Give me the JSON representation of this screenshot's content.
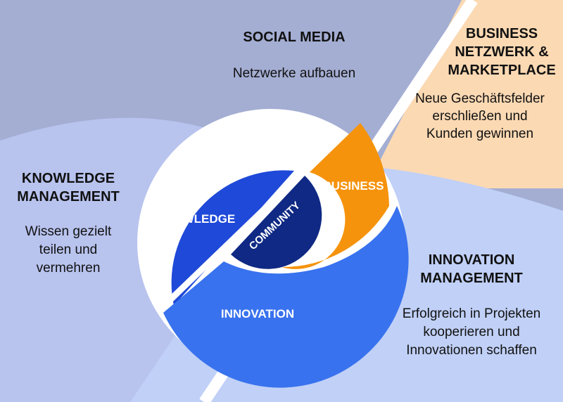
{
  "quadrants": {
    "social_media": {
      "title": "SOCIAL MEDIA",
      "description": "Netzwerke aufbauen"
    },
    "business_network": {
      "title_lines": [
        "BUSINESS",
        "NETZWERK &",
        "MARKETPLACE"
      ],
      "description_lines": [
        "Neue Geschäftsfelder",
        "erschließen und",
        "Kunden gewinnen"
      ]
    },
    "knowledge_management": {
      "title_lines": [
        "KNOWLEDGE",
        "MANAGEMENT"
      ],
      "description_lines": [
        "Wissen gezielt",
        "teilen und",
        "vermehren"
      ]
    },
    "innovation_management": {
      "title_lines": [
        "INNOVATION",
        "MANAGEMENT"
      ],
      "description_lines": [
        "Erfolgreich in Projekten",
        "kooperieren und",
        "Innovationen schaffen"
      ]
    }
  },
  "wheel": {
    "knowledge": "KNOWLEDGE",
    "business": "BUSINESS",
    "community": "COMMUNITY",
    "innovation": "INNOVATION"
  },
  "colors": {
    "social_media_bg": "#a4aed3",
    "knowledge_bg": "#b8c3ee",
    "business_bg": "#fbd9b3",
    "innovation_bg": "#c0d0f7",
    "knowledge_segment": "#1f49d8",
    "business_segment": "#f5930c",
    "community_segment": "#0f2984",
    "innovation_segment": "#3872ee"
  }
}
